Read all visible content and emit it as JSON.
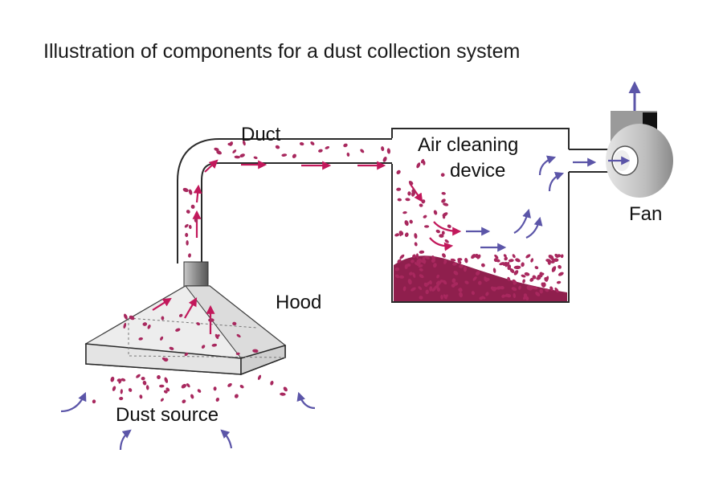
{
  "title": "Illustration of components for a dust collection system",
  "labels": {
    "duct": "Duct",
    "air_cleaning_line1": "Air cleaning",
    "air_cleaning_line2": "device",
    "fan": "Fan",
    "hood": "Hood",
    "dust_source": "Dust source"
  },
  "colors": {
    "dust": "#a8285e",
    "dust_arrow": "#c2185b",
    "air_arrow": "#5b55a8",
    "outline": "#2a2a2a"
  }
}
